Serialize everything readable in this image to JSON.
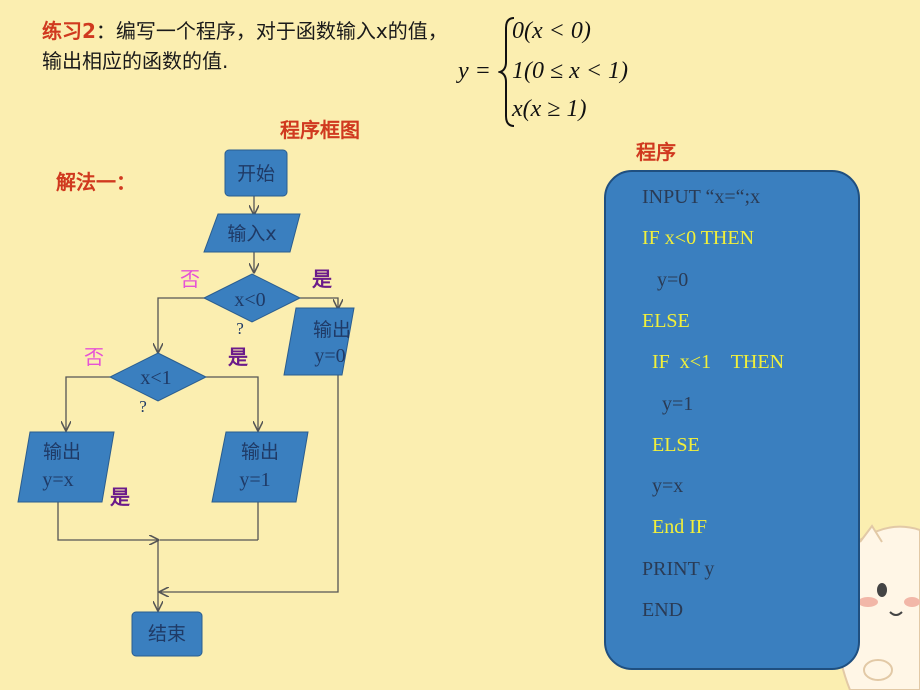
{
  "problem": {
    "label": "练习2",
    "text1": "：编写一个程序，对于函数输入x的值，",
    "text2": "输出相应的函数的值."
  },
  "formula": {
    "lhs": "y =",
    "cases": [
      "0(x < 0)",
      "1(0 ≤ x < 1)",
      "x(x ≥ 1)"
    ]
  },
  "flowchart": {
    "title": "程序框图",
    "method": "解法一：",
    "start": "开始",
    "input": "输入x",
    "cond1": "x<0",
    "cond1_q": "?",
    "cond2": "x<1",
    "cond2_q": "?",
    "out0_l1": "输出",
    "out0_l2": "y=0",
    "outx_l1": "输出",
    "outx_l2": "y=x",
    "out1_l1": "输出",
    "out1_l2": "y=1",
    "end": "结束",
    "yes": "是",
    "no": "否"
  },
  "program": {
    "title": "程序",
    "lines": [
      {
        "text": "INPUT “x=“;x",
        "color": "#2a3b55"
      },
      {
        "text": "IF x<0 THEN",
        "color": "#f2f03a"
      },
      {
        "text": "   y=0",
        "color": "#2a3b55"
      },
      {
        "text": "ELSE",
        "color": "#f2f03a"
      },
      {
        "text": "  IF  x<1    THEN",
        "color": "#f2f03a"
      },
      {
        "text": "    y=1",
        "color": "#2a3b55"
      },
      {
        "text": "  ELSE",
        "color": "#f2f03a"
      },
      {
        "text": "  y=x",
        "color": "#2a3b55"
      },
      {
        "text": "  End IF",
        "color": "#f2f03a"
      },
      {
        "text": "PRINT y",
        "color": "#2a3b55"
      },
      {
        "text": "END",
        "color": "#2a3b55"
      }
    ]
  },
  "colors": {
    "background": "#fbeeb0",
    "shape_fill": "#3a7fbf",
    "accent_red": "#d0391f"
  }
}
